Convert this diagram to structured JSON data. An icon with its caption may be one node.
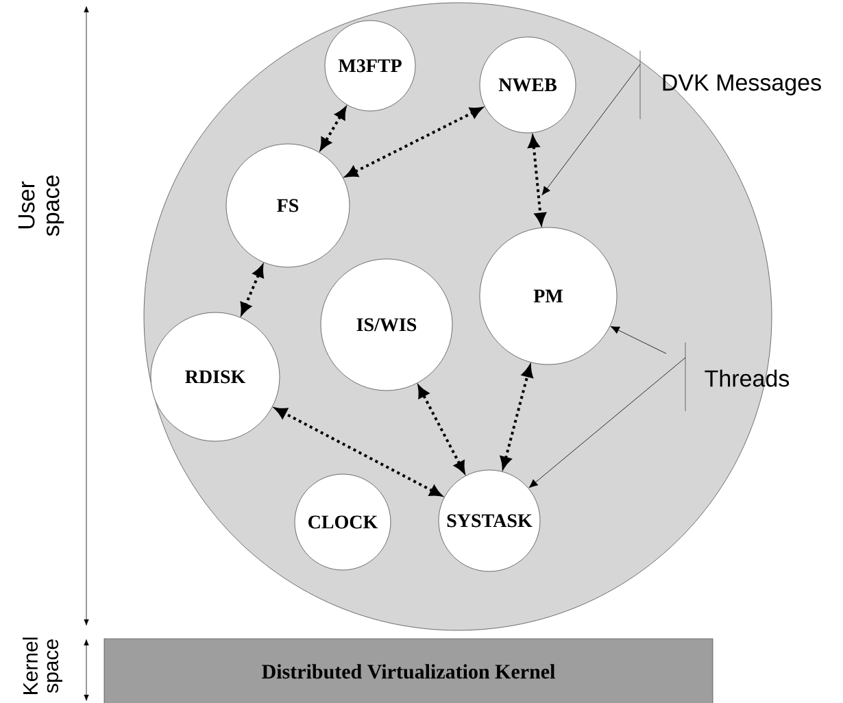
{
  "diagram": {
    "nodes": [
      {
        "text": [],
        "shape": "circle"
      },
      {
        "text": [
          "M3FTP"
        ],
        "in": 0
      },
      {
        "text": [
          "NWEB"
        ],
        "in": 0
      },
      {
        "text": [
          "FS"
        ],
        "in": 0
      },
      {
        "text": [
          "PM"
        ],
        "in": 0
      },
      {
        "text": [
          "IS/WIS"
        ],
        "in": 0
      },
      {
        "text": [
          "RDISK"
        ],
        "in": 0
      },
      {
        "text": [
          "CLOCK"
        ],
        "in": 0
      },
      {
        "text": [
          "SYSTASK"
        ],
        "in": 0
      },
      {
        "text": [
          "DVK Messages"
        ]
      },
      {
        "text": [
          "Threads"
        ]
      },
      {
        "text": [
          "Distributed Virtualization Kernel"
        ]
      }
    ],
    "edges": [
      {
        "from": 1,
        "to": 3,
        "arrow": "both",
        "style": "dashed"
      },
      {
        "from": 3,
        "to": 2,
        "arrow": "both",
        "style": "dashed"
      },
      {
        "from": 2,
        "to": 4,
        "arrow": "both",
        "style": "dashed"
      },
      {
        "from": 3,
        "to": 6,
        "arrow": "both",
        "style": "dashed"
      },
      {
        "from": 8,
        "to": 6,
        "arrow": "both",
        "style": "dashed"
      },
      {
        "from": 8,
        "to": 5,
        "arrow": "both",
        "style": "dashed"
      },
      {
        "from": 8,
        "to": 4,
        "arrow": "both",
        "style": "dashed"
      },
      {
        "from": 9,
        "to": null,
        "arrow": "to"
      },
      {
        "from": 10,
        "to": 4,
        "arrow": "to"
      },
      {
        "from": 10,
        "to": 8,
        "arrow": "to"
      }
    ],
    "labels": [
      "User space",
      "Kernel space"
    ]
  }
}
